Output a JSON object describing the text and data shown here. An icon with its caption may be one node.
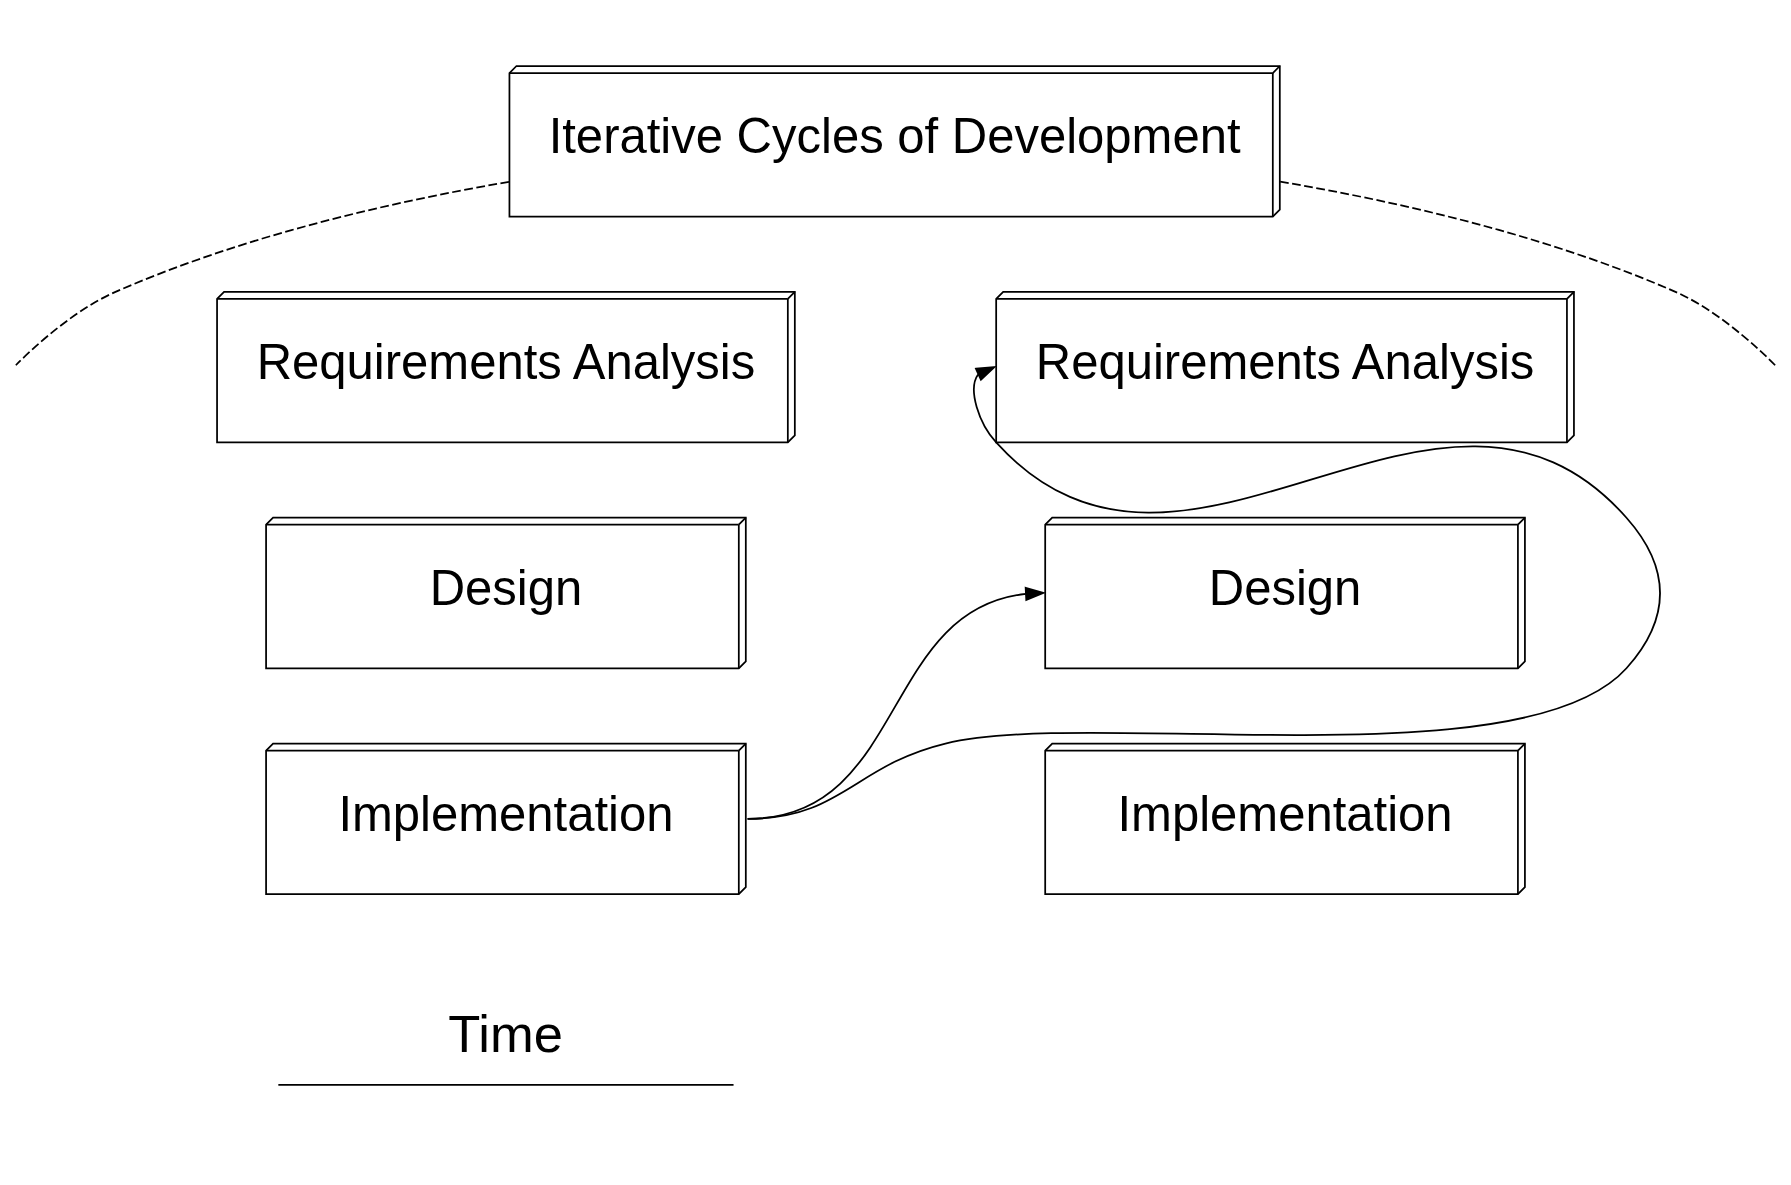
{
  "diagram": {
    "nodes": [
      {
        "text": [
          "Iterative Cycles of Development"
        ]
      },
      {
        "text": [
          "Requirements Analysis"
        ]
      },
      {
        "text": [
          "Design"
        ]
      },
      {
        "text": [
          "Implementation"
        ]
      },
      {
        "text": [
          "Requirements Analysis"
        ]
      },
      {
        "text": [
          "Design"
        ]
      },
      {
        "text": [
          "Implementation"
        ]
      }
    ],
    "edges": [
      {
        "from": 0,
        "to": null,
        "arrow": "none",
        "style": "dashed"
      },
      {
        "from": 0,
        "to": null,
        "arrow": "none",
        "style": "dashed"
      },
      {
        "from": 3,
        "to": 4,
        "arrow": "to"
      },
      {
        "from": 3,
        "to": 5,
        "arrow": "to"
      }
    ],
    "labels": [
      "Time"
    ]
  }
}
